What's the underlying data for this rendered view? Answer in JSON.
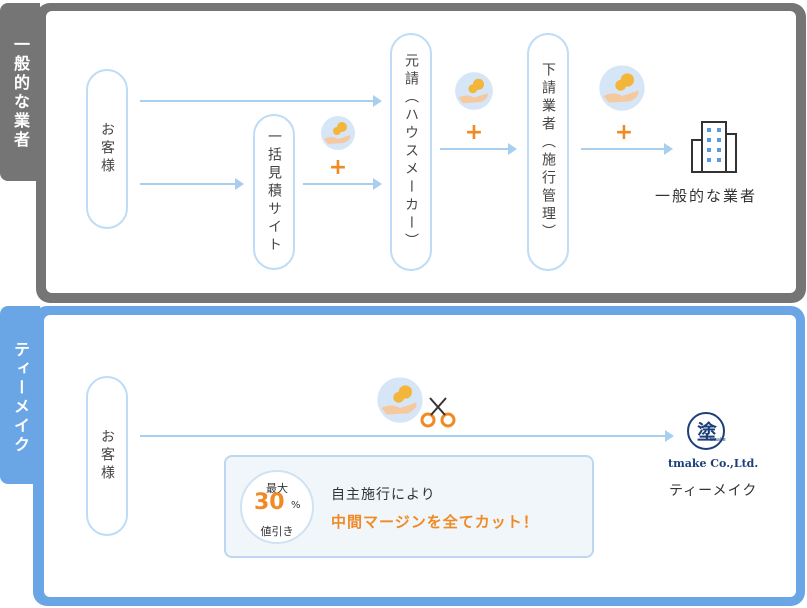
{
  "section1": {
    "tab_label": "一般的な業者",
    "nodes": {
      "customer": "お客様",
      "estimate_site": "一括見積サイト",
      "prime": "元請（ハウスメーカー）",
      "sub": "下請業者（施行管理）"
    },
    "plus_signs": [
      "+",
      "+",
      "+"
    ],
    "end_label": "一般的な業者"
  },
  "section2": {
    "tab_label": "ティーメイク",
    "customer": "お客様",
    "discount": {
      "top": "最大",
      "number": "30",
      "unit": "%",
      "bottom": "値引き"
    },
    "info_line1": "自主施行により",
    "info_line2": "中間マージンを全てカット！",
    "logo_text": "tmake Co.,Ltd.",
    "logo_glyph": "塗",
    "logo_small": "tmake",
    "company_name": "ティーメイク"
  },
  "colors": {
    "gray": "#757575",
    "blue": "#6aa6e6",
    "accent": "#f08a24",
    "pill_border": "#bfdcf7",
    "arrow": "#a9cff0"
  },
  "icons": [
    "money-hand-icon",
    "plus-icon",
    "building-icon",
    "scissors-icon",
    "company-logo"
  ]
}
